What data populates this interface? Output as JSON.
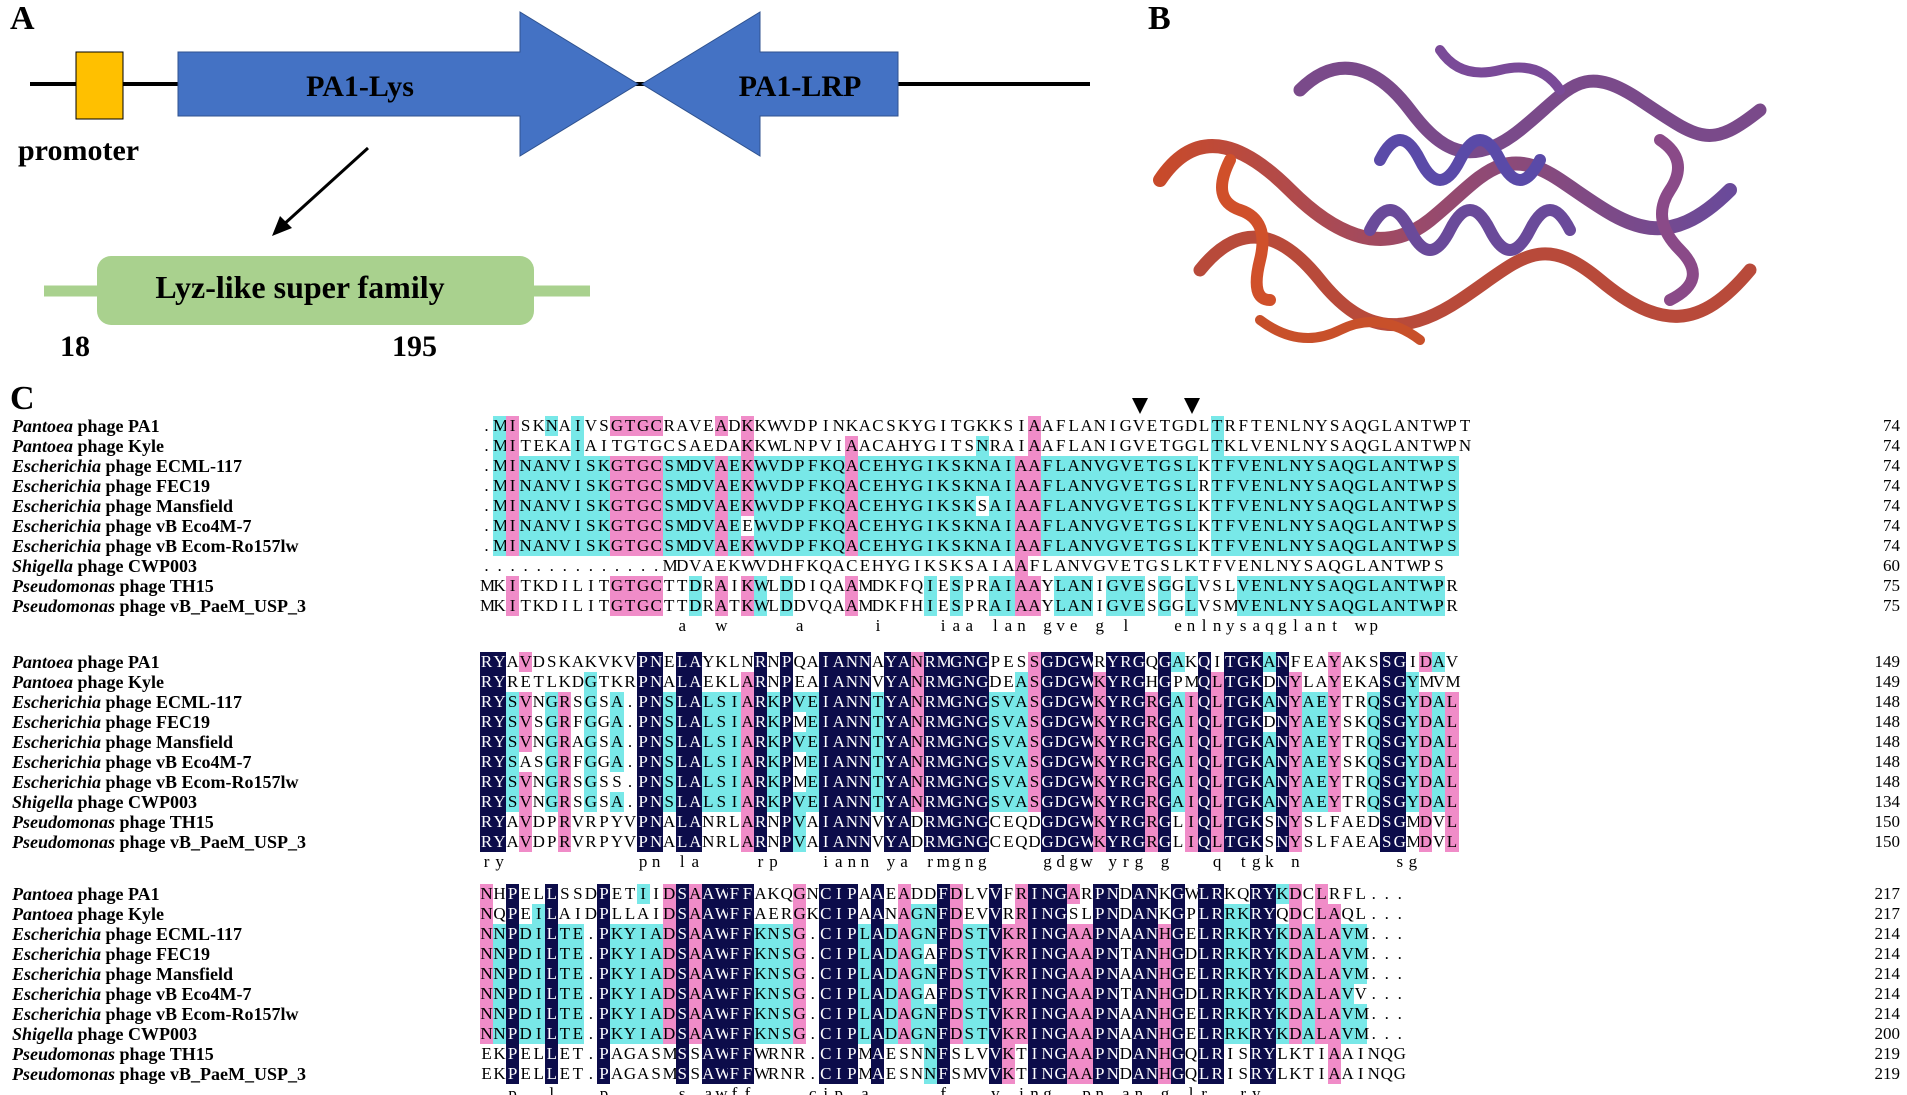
{
  "panels": {
    "a_letter": "A",
    "b_letter": "B",
    "c_letter": "C"
  },
  "panel_a": {
    "promoter_label": "promoter",
    "gene1_label": "PA1-Lys",
    "gene2_label": "PA1-LRP",
    "domain_label": "Lyz-like super family",
    "domain_start": "18",
    "domain_end": "195",
    "colors": {
      "gene": "#4472c4",
      "promoter": "#ffc000",
      "domain": "#a9d18e"
    }
  },
  "panel_b": {
    "structure": "protein-ribbon-model"
  },
  "alignment": {
    "colors": {
      "identical": "#0c0c4a",
      "high": "#f08cc8",
      "medium": "#78e8e8"
    },
    "blocks": [
      {
        "rows": [
          {
            "label_italic": "Pantoea",
            "label_rest": " phage PA1",
            "seq": ".MISKNAIVSGTGCRAVEADKKWVDPINKACSKYGITGKKSIAAFLANIGVETGDLTRFTENLNYSAQGLANTWPT",
            "end": "74"
          },
          {
            "label_italic": "Pantoea",
            "label_rest": " phage Kyle",
            "seq": ".MITEKAIAITGTGCSAEDAKKWLNPVIAACAHYGITSNRAIAAFLANIGVETGGLTKLVENLNYSAQGLANTWPN",
            "end": "74"
          },
          {
            "label_italic": "Escherichia",
            "label_rest": " phage ECML-117",
            "seq": ".MINANVISKGTGCSMDVAEKWVDPFKQACEHYGIKSKNAIAAFLANVGVETGSLKTFVENLNYSAQGLANTWPS",
            "end": "74"
          },
          {
            "label_italic": "Escherichia",
            "label_rest": " phage FEC19",
            "seq": ".MINANVISKGTGCSMDVAEKWVDPFKQACEHYGIKSKNAIAAFLANVGVETGSLRTFVENLNYSAQGLANTWPS",
            "end": "74"
          },
          {
            "label_italic": "Escherichia",
            "label_rest": " phage Mansfield",
            "seq": ".MINANVISKGTGCSMDVAEKWVDPFKQACEHYGIKSKSAIAAFLANVGVETGSLKTFVENLNYSAQGLANTWPS",
            "end": "74"
          },
          {
            "label_italic": "Escherichia",
            "label_rest": " phage vB Eco4M-7",
            "seq": ".MINANVISKGTGCSMDVAEEWVDPFKQACEHYGIKSKNAIAAFLANVGVETGSLKTFVENLNYSAQGLANTWPS",
            "end": "74"
          },
          {
            "label_italic": "Escherichia",
            "label_rest": " phage vB Ecom-Ro157lw",
            "seq": ".MINANVISKGTGCSMDVAEKWVDPFKQACEHYGIKSKNAIAAFLANVGVETGSLKTFVENLNYSAQGLANTWPS",
            "end": "74"
          },
          {
            "label_italic": "Shigella",
            "label_rest": " phage CWP003",
            "seq": "..............MDVAEKWVDHFKQACEHYGIKSKSAIAAFLANVGVETGSLKTFVENLNYSAQGLANTWPS",
            "end": "60"
          },
          {
            "label_italic": "Pseudomonas",
            "label_rest": " phage TH15",
            "seq": "MKITKDILITGTGCTTDRAIKWLDDIQAAMDKFQIESPRAIAAYLANIGVESGGLVSLVENLNYSAQGLANTWPR",
            "end": "75"
          },
          {
            "label_italic": "Pseudomonas",
            "label_rest": " phage vB_PaeM_USP_3",
            "seq": "MKITKDILITGTGCTTDRATKWLDDVQAAMDKFHIESPRAIAAYLANIGVESGGLVSMVENLNYSAQGLANTWPR",
            "end": "75"
          }
        ],
        "consensus": "               a  w     a     i    iaa lan gve g l   enlnysaqglant wp "
      },
      {
        "rows": [
          {
            "label_italic": "Pantoea",
            "label_rest": " phage PA1",
            "seq": "RYAVDSKAKVKVPNELAYKLNRNPQAIANNAYANRMGNGPESSGDGWRYRGQGAKQITGKANFEAYAKSSGIDAV",
            "end": "149"
          },
          {
            "label_italic": "Pantoea",
            "label_rest": " phage Kyle",
            "seq": "RYRETLKDGTKRPNALAEKLARNPEAIANNVYANRMGNGDEASGDGWKYRGHGPMQLTGKDNYLAYEKASGYMVM",
            "end": "149"
          },
          {
            "label_italic": "Escherichia",
            "label_rest": " phage ECML-117",
            "seq": "RYSVNGRSGSA.PNSLALSIARKPVEIANNTYANRMGNGSVASGDGWKYRGRGAIQLTGKANYAEYTRQSGYDAL",
            "end": "148"
          },
          {
            "label_italic": "Escherichia",
            "label_rest": " phage FEC19",
            "seq": "RYSVSGRFGGA.PNSLALSIARKPMEIANNTYANRMGNGSVASGDGWKYRGRGAIQLTGKDNYAEYSKQSGYDAL",
            "end": "148"
          },
          {
            "label_italic": "Escherichia",
            "label_rest": " phage Mansfield",
            "seq": "RYSVNGRAGSA.PNSLALSIARKPVEIANNTYANRMGNGSVASGDGWKYRGRGAIQLTGKANYAEYTRQSGYDAL",
            "end": "148"
          },
          {
            "label_italic": "Escherichia",
            "label_rest": " phage vB Eco4M-7",
            "seq": "RYSASGRFGGA.PNSLALSIARKPMEIANNTYANRMGNGSVASGDGWKYRGRGAIQLTGKANYAEYSKQSGYDAL",
            "end": "148"
          },
          {
            "label_italic": "Escherichia",
            "label_rest": " phage vB Ecom-Ro157lw",
            "seq": "RYSVNGRSGSS.PNSLALSIARKPMEIANNTYANRMGNGSVASGDGWKYRGRGAIQLTGKANYAEYTRQSGYDAL",
            "end": "148"
          },
          {
            "label_italic": "Shigella",
            "label_rest": " phage CWP003",
            "seq": "RYSVNGRSGSA.PNSLALSIARKPVEIANNTYANRMGNGSVASGDGWKYRGRGAIQLTGKANYAEYTRQSGYDAL",
            "end": "134"
          },
          {
            "label_italic": "Pseudomonas",
            "label_rest": " phage TH15",
            "seq": "RYAVDPRVRPYVPNALANRLARNPVAIANNVYADRMGNGCEQDGDGWKYRGRGLIQLTGKSNYSLFAEDSGMDVL",
            "end": "150"
          },
          {
            "label_italic": "Pseudomonas",
            "label_rest": " phage vB_PaeM_USP_3",
            "seq": "RYAVDPRVRPYVPNALANRLARNPVAIANNVYADRMGNGCEQDGDGWKYRGRGLIQLTGKSNYSLFAEASGMDVL",
            "end": "150"
          }
        ],
        "consensus": "ry          pn la    rp   iann ya rmgng    gdgw yrg g   q tgk n       sg   "
      },
      {
        "rows": [
          {
            "label_italic": "Pantoea",
            "label_rest": " phage PA1",
            "seq": "NHPELLSSDPETIIDSAAWFFAKQGNCIPAAEADDFDLVVFRINGARPNDANKGWLRKQRYKDCLRFL...",
            "end": "217"
          },
          {
            "label_italic": "Pantoea",
            "label_rest": " phage Kyle",
            "seq": "NQPEILAIDPLLAIDSAAWFFAERGKCIPAANAGNFDEVVRRINGSLPNDANKGPLRRKRYQDCLAQL...",
            "end": "217"
          },
          {
            "label_italic": "Escherichia",
            "label_rest": " phage ECML-117",
            "seq": "NNPDILTE.PKYIADSAAWFFKNSG.CIPLADAGNFDSTVKRINGAAPNAANHGELRRKRYKDALAVM...",
            "end": "214"
          },
          {
            "label_italic": "Escherichia",
            "label_rest": " phage FEC19",
            "seq": "NNPDILTE.PKYIADSAAWFFKNSG.CIPLADAGAFDSTVKRINGAAPNTANHGDLRRKRYKDALAVM...",
            "end": "214"
          },
          {
            "label_italic": "Escherichia",
            "label_rest": " phage Mansfield",
            "seq": "NNPDILTE.PKYIADSAAWFFKNSG.CIPLADAGNFDSTVKRINGAAPNAANHGELRRKRYKDALAVM...",
            "end": "214"
          },
          {
            "label_italic": "Escherichia",
            "label_rest": " phage vB Eco4M-7",
            "seq": "NNPDILTE.PKYIADSAAWFFKNSG.CIPLADAGAFDSTVKRINGAAPNTANHGDLRRKRYKDALAVV...",
            "end": "214"
          },
          {
            "label_italic": "Escherichia",
            "label_rest": " phage vB Ecom-Ro157lw",
            "seq": "NNPDILTE.PKYIADSAAWFFKNSG.CIPLADAGNFDSTVKRINGAAPNAANHGELRRKRYKDALAVM...",
            "end": "214"
          },
          {
            "label_italic": "Shigella",
            "label_rest": " phage CWP003",
            "seq": "NNPDILTE.PKYIADSAAWFFKNSG.CIPLADAGNFDSTVKRINGAAPNAANHGELRRKRYKDALAVM...",
            "end": "200"
          },
          {
            "label_italic": "Pseudomonas",
            "label_rest": " phage TH15",
            "seq": "EKPELLET.PAGASMSSAWFFWRNR.CIPMAESNNFSLVVKTINGAAPNDANHGQLRISRYLKTIAAINQG",
            "end": "219"
          },
          {
            "label_italic": "Pseudomonas",
            "label_rest": " phage vB_PaeM_USP_3",
            "seq": "EKPELLET.PAGASMSSAWFFWRNR.CIPMAESNNFSMVVKTINGAAPNDANHGQLRISRYLKTIAAINQG",
            "end": "219"
          }
        ],
        "consensus": "  p  l   p     s awff    cip a     f   v ing  pn an g lr  ry          "
      }
    ]
  }
}
